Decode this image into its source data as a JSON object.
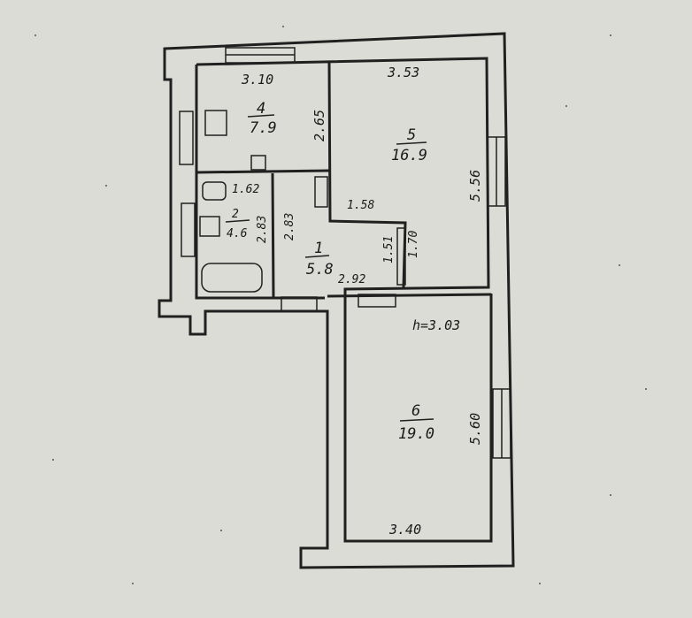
{
  "colors": {
    "paper": "#dcdcd6",
    "ink": "#1a1a1a",
    "wall": "#202020"
  },
  "ceiling_height": "h=3.03",
  "rooms": [
    {
      "id": "kitchen",
      "number": "4",
      "area": "7.9"
    },
    {
      "id": "bathroom",
      "number": "2",
      "area": "4.6"
    },
    {
      "id": "hall",
      "number": "1",
      "area": "5.8"
    },
    {
      "id": "room5",
      "number": "5",
      "area": "16.9"
    },
    {
      "id": "room6",
      "number": "6",
      "area": "19.0"
    }
  ],
  "dimensions": {
    "kitchen_width": "3.10",
    "kitchen_depth": "2.65",
    "bath_width": "1.62",
    "bath_depth": "2.83",
    "hall_depth": "2.83",
    "hall_width": "2.92",
    "hall_niche_width": "1.58",
    "hall_niche_depth": "1.51",
    "room5_width": "3.53",
    "room5_depth": "5.56",
    "room5_partition": "1.70",
    "room6_width": "3.40",
    "room6_depth": "5.60"
  }
}
